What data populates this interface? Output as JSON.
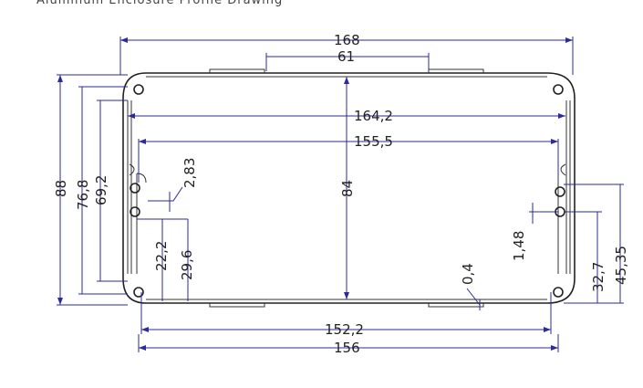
{
  "header_text": "Aluminum Enclosure Profile Drawing",
  "colors": {
    "dimension_line": "#2b2b9a",
    "outline": "#222222",
    "text": "#222222"
  },
  "dimensions": {
    "overall_width": "168",
    "top_window": "61",
    "inner_width": "164,2",
    "mount_span_upper": "155,5",
    "inner_height": "84",
    "slot_width_left": "2,83",
    "left_slot_height_a": "22,2",
    "left_slot_height_b": "29,6",
    "height_outer": "88",
    "height_76": "76,8",
    "height_69": "69,2",
    "slot_width_right": "1,48",
    "right_height_a": "32,7",
    "right_height_b": "45,35",
    "wall_gap": "0,4",
    "mount_span_lower": "152,2",
    "bottom_width": "156"
  }
}
